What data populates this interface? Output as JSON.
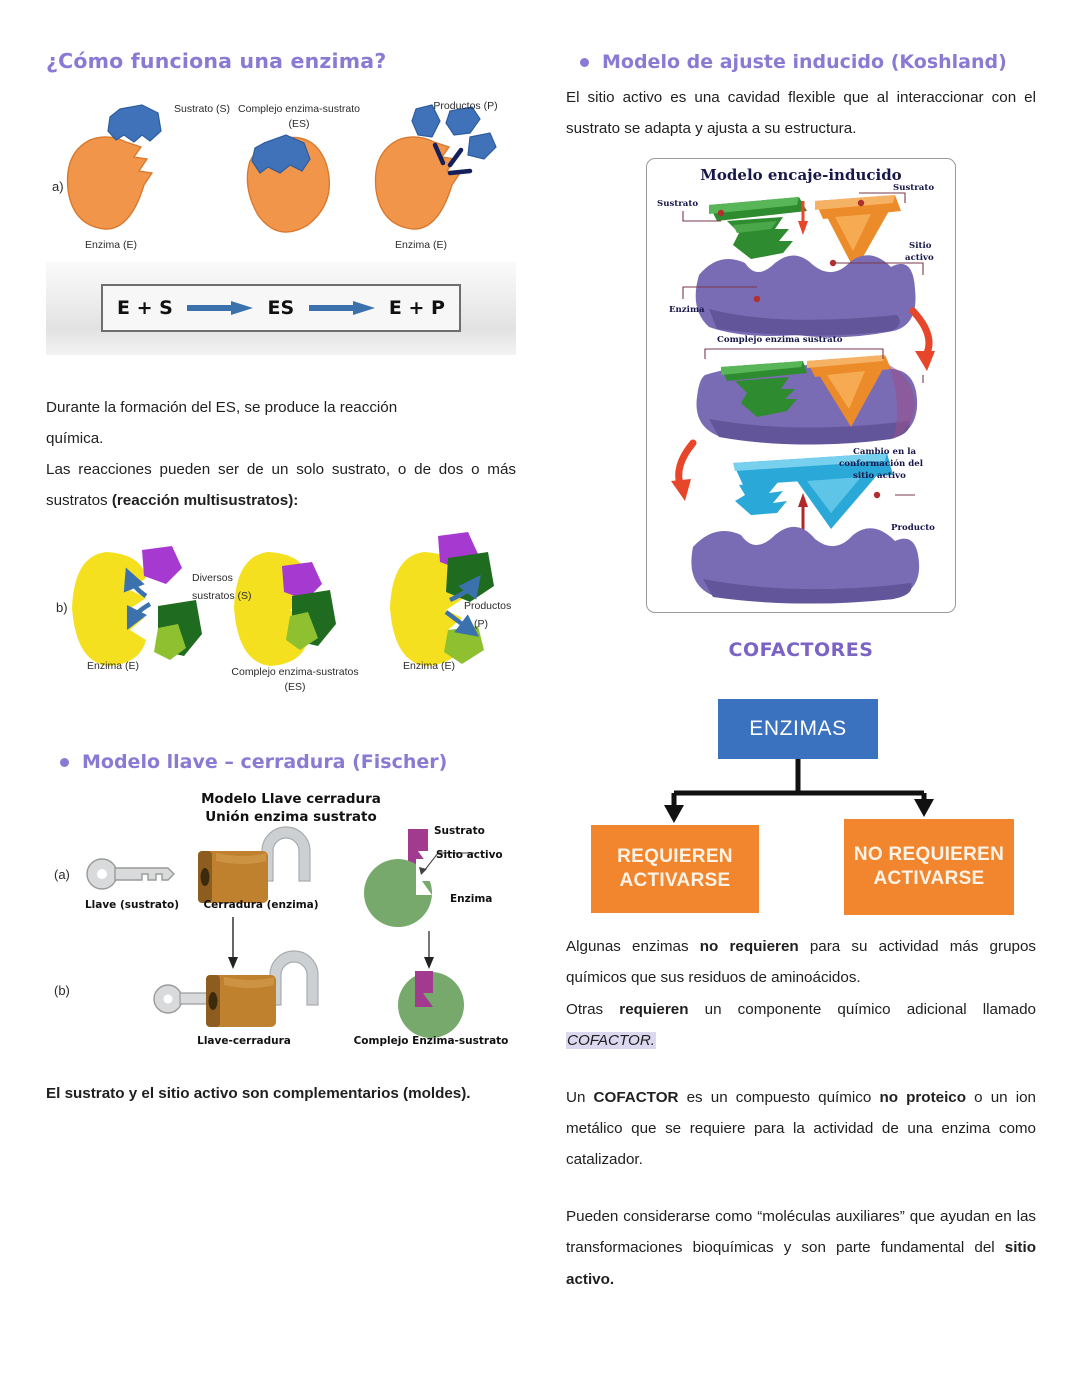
{
  "colors": {
    "heading_purple": "#8a7ad4",
    "enzyme_orange": "#f0954a",
    "substrate_blue": "#3f72b8",
    "enzyme_yellow": "#f4e01f",
    "substrate_violet": "#a63ad0",
    "substrate_green_dark": "#1f6b1f",
    "substrate_green_light": "#8fc030",
    "flow_box_blue": "#3a72c0",
    "flow_box_orange": "#f2862e",
    "lock_brown": "#c0812f",
    "key_grey": "#d9dadb",
    "enzyme_green": "#76a96b",
    "substrate_magenta": "#a23a8f",
    "fit_enzyme_purple": "#7a6bb5",
    "fit_green": "#2f8b2f",
    "fit_orange": "#ec8b2a",
    "fit_cyan": "#2aa8d8",
    "fit_red_arrow": "#e8462a",
    "highlight_lavender": "#dcd8ef"
  },
  "left": {
    "title": "¿Cómo funciona una enzima?",
    "figure_a": {
      "panel_letter": "a)",
      "labels": {
        "substrate": "Sustrato (S)",
        "complex_line1": "Complejo enzima-sustrato",
        "complex_line2": "(ES)",
        "products": "Productos (P)",
        "enzyme_left": "Enzima (E)",
        "enzyme_right": "Enzima (E)"
      },
      "equation": {
        "term1": "E + S",
        "term2": "ES",
        "term3": "E + P",
        "arrow1": "right-arrow-icon",
        "arrow2": "right-arrow-icon"
      }
    },
    "paragraph_1": {
      "line1": "Durante la formación del ES, se produce la reacción",
      "line2": "química."
    },
    "paragraph_2": {
      "plain_a": "Las reacciones pueden ser de un solo sustrato, o de dos o más sustratos ",
      "bold_a": "(reacción multisustratos):"
    },
    "figure_b": {
      "panel_letter": "b)",
      "labels": {
        "diverse_line1": "Diversos",
        "diverse_line2": "sustratos (S)",
        "enzyme_left": "Enzima (E)",
        "complex_line1": "Complejo enzima-sustratos",
        "complex_line2": "(ES)",
        "enzyme_right": "Enzima (E)",
        "products_line1": "Productos",
        "products_line2": "(P)"
      }
    },
    "heading_fischer": "Modelo llave – cerradura (Fischer)",
    "figure_c": {
      "title_line1": "Modelo Llave cerradura",
      "title_line2": "Unión enzima sustrato",
      "panel_a": "(a)",
      "panel_b": "(b)",
      "labels": {
        "key": "Llave (sustrato)",
        "lock": "Cerradura (enzima)",
        "key_lock": "Llave-cerradura",
        "substrate": "Sustrato",
        "active_site": "Sitio activo",
        "enzyme": "Enzima",
        "complex": "Complejo Enzima-sustrato"
      }
    },
    "closing": {
      "bold": "El sustrato y el sitio activo son complementarios (moldes)."
    }
  },
  "right": {
    "heading_koshland": "Modelo de ajuste inducido (Koshland)",
    "paragraph_intro": "El sitio activo es una cavidad flexible que al interaccionar con el sustrato se adapta y ajusta a su estructura.",
    "figure_fit": {
      "title": "Modelo encaje-inducido",
      "labels": {
        "substrate_left": "Sustrato",
        "substrate_right": "Sustrato",
        "active_site_line1": "Sitio",
        "active_site_line2": "activo",
        "enzyme": "Enzima",
        "complex": "Complejo enzima sustrato",
        "change_line1": "Cambio en la",
        "change_line2": "conformación del",
        "change_line3": "sitio activo",
        "product": "Producto"
      }
    },
    "cofactores_title": "COFACTORES",
    "flowchart": {
      "root": "ENZIMAS",
      "branch_left": "REQUIEREN ACTIVARSE",
      "branch_right": "NO REQUIEREN ACTIVARSE"
    },
    "paragraph_1": {
      "a": "Algunas enzimas ",
      "b_bold": "no requieren",
      "c": " para su actividad más grupos químicos que sus residuos de aminoácidos."
    },
    "paragraph_2": {
      "a": "Otras ",
      "b_bold": "requieren",
      "c": " un componente químico adicional llamado ",
      "d_highlight": "COFACTOR."
    },
    "paragraph_3": {
      "a": "Un ",
      "b_bold": "COFACTOR",
      "c": " es un compuesto químico ",
      "d_bold": "no proteico",
      "e": " o un ion metálico que se requiere para la actividad de una enzima como catalizador."
    },
    "paragraph_4": {
      "a": "Pueden considerarse como “moléculas auxiliares” que ayudan en las transformaciones bioquímicas y son parte fundamental del ",
      "b_bold": "sitio activo."
    }
  }
}
